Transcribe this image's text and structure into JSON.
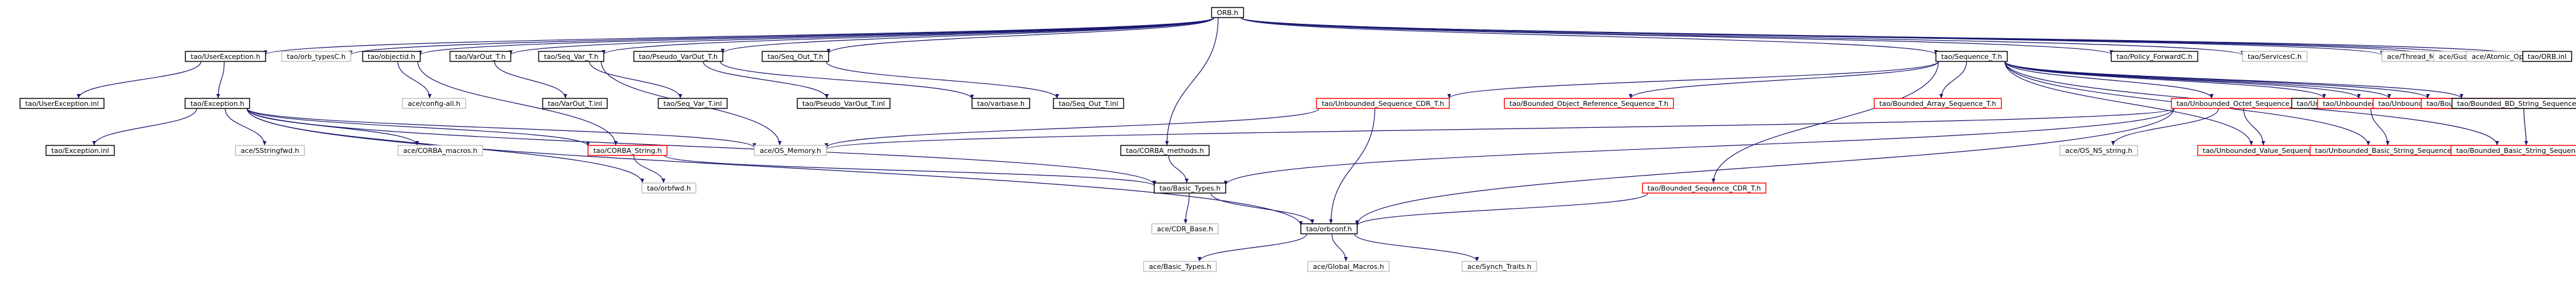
{
  "title": "ORB.h",
  "colors": {
    "edge": "#191970",
    "node_documented": "#000000",
    "node_undocumented": "#ff0000",
    "node_external": "#bfbfbf",
    "node_focus_fill": "#bfbfbf"
  },
  "nodes": [
    {
      "id": "orb_h",
      "label": "ORB.h",
      "style": "focus"
    },
    {
      "id": "user_exc_h",
      "label": "tao/UserException.h",
      "style": "black"
    },
    {
      "id": "orb_types_c",
      "label": "tao/orb_typesC.h",
      "style": "gray"
    },
    {
      "id": "objectid_h",
      "label": "tao/objectid.h",
      "style": "black"
    },
    {
      "id": "varout_t_h",
      "label": "tao/VarOut_T.h",
      "style": "black"
    },
    {
      "id": "seq_var_t_h",
      "label": "tao/Seq_Var_T.h",
      "style": "black"
    },
    {
      "id": "pseudo_varout_t_h",
      "label": "tao/Pseudo_VarOut_T.h",
      "style": "black"
    },
    {
      "id": "seq_out_t_h",
      "label": "tao/Seq_Out_T.h",
      "style": "black"
    },
    {
      "id": "sequence_t_h",
      "label": "tao/Sequence_T.h",
      "style": "black"
    },
    {
      "id": "policy_fwd_c",
      "label": "tao/Policy_ForwardC.h",
      "style": "black"
    },
    {
      "id": "services_c",
      "label": "tao/ServicesC.h",
      "style": "gray"
    },
    {
      "id": "thread_mutex_h",
      "label": "ace/Thread_Mutex.h",
      "style": "gray"
    },
    {
      "id": "guard_t_h",
      "label": "ace/Guard_T.h",
      "style": "gray"
    },
    {
      "id": "atomic_op_h",
      "label": "ace/Atomic_Op.h",
      "style": "gray"
    },
    {
      "id": "orb_inl",
      "label": "tao/ORB.inl",
      "style": "black"
    },
    {
      "id": "user_exc_inl",
      "label": "tao/UserException.inl",
      "style": "black"
    },
    {
      "id": "exception_h",
      "label": "tao/Exception.h",
      "style": "black"
    },
    {
      "id": "config_all_h",
      "label": "ace/config-all.h",
      "style": "gray"
    },
    {
      "id": "varout_t_inl",
      "label": "tao/VarOut_T.inl",
      "style": "black"
    },
    {
      "id": "seq_var_t_inl",
      "label": "tao/Seq_Var_T.inl",
      "style": "black"
    },
    {
      "id": "pseudo_varout_t_inl",
      "label": "tao/Pseudo_VarOut_T.inl",
      "style": "black"
    },
    {
      "id": "varbase_h",
      "label": "tao/varbase.h",
      "style": "black"
    },
    {
      "id": "seq_out_t_inl",
      "label": "tao/Seq_Out_T.inl",
      "style": "black"
    },
    {
      "id": "unb_seq_cdr_t_h",
      "label": "tao/Unbounded_Sequence_CDR_T.h",
      "style": "red"
    },
    {
      "id": "bnd_obj_ref_seq_t_h",
      "label": "tao/Bounded_Object_Reference_Sequence_T.h",
      "style": "red"
    },
    {
      "id": "bnd_array_seq_t_h",
      "label": "tao/Bounded_Array_Sequence_T.h",
      "style": "red"
    },
    {
      "id": "unb_octet_seq_t_h",
      "label": "tao/Unbounded_Octet_Sequence_T.h",
      "style": "red"
    },
    {
      "id": "unb_bd_string_seq_t_h",
      "label": "tao/Unbounded_BD_String_Sequence_T.h",
      "style": "black"
    },
    {
      "id": "unb_obj_ref_seq_t_h",
      "label": "tao/Unbounded_Object_Reference_Sequence_T.h",
      "style": "red"
    },
    {
      "id": "unb_array_seq_t_h",
      "label": "tao/Unbounded_Array_Sequence_T.h",
      "style": "red"
    },
    {
      "id": "bnd_value_seq_t_h",
      "label": "tao/Bounded_Value_Sequence_T.h",
      "style": "red"
    },
    {
      "id": "bnd_bd_string_seq_t_h",
      "label": "tao/Bounded_BD_String_Sequence_T.h",
      "style": "black"
    },
    {
      "id": "exception_inl",
      "label": "tao/Exception.inl",
      "style": "black"
    },
    {
      "id": "sstring_fwd_h",
      "label": "ace/SStringfwd.h",
      "style": "gray"
    },
    {
      "id": "corba_macros_h",
      "label": "ace/CORBA_macros.h",
      "style": "gray"
    },
    {
      "id": "corba_string_h",
      "label": "tao/CORBA_String.h",
      "style": "red"
    },
    {
      "id": "os_memory_h",
      "label": "ace/OS_Memory.h",
      "style": "gray"
    },
    {
      "id": "corba_methods_h",
      "label": "tao/CORBA_methods.h",
      "style": "black"
    },
    {
      "id": "os_ns_string_h",
      "label": "ace/OS_NS_string.h",
      "style": "gray"
    },
    {
      "id": "unb_value_seq_t_h",
      "label": "tao/Unbounded_Value_Sequence_T.h",
      "style": "red"
    },
    {
      "id": "unb_basic_string_seq_t_h",
      "label": "tao/Unbounded_Basic_String_Sequence_T.h",
      "style": "red"
    },
    {
      "id": "bnd_basic_string_seq_t_h",
      "label": "tao/Bounded_Basic_String_Sequence_T.h",
      "style": "red"
    },
    {
      "id": "orbfwd_h",
      "label": "tao/orbfwd.h",
      "style": "gray"
    },
    {
      "id": "basic_types_h",
      "label": "tao/Basic_Types.h",
      "style": "black"
    },
    {
      "id": "bnd_seq_cdr_t_h",
      "label": "tao/Bounded_Sequence_CDR_T.h",
      "style": "red"
    },
    {
      "id": "cdr_base_h",
      "label": "ace/CDR_Base.h",
      "style": "gray"
    },
    {
      "id": "orbconf_h",
      "label": "tao/orbconf.h",
      "style": "black"
    },
    {
      "id": "ace_basic_types_h",
      "label": "ace/Basic_Types.h",
      "style": "gray"
    },
    {
      "id": "global_macros_h",
      "label": "ace/Global_Macros.h",
      "style": "gray"
    },
    {
      "id": "synch_traits_h",
      "label": "ace/Synch_Traits.h",
      "style": "gray"
    }
  ],
  "edges": [
    [
      "orb_h",
      "user_exc_h"
    ],
    [
      "orb_h",
      "orb_types_c"
    ],
    [
      "orb_h",
      "objectid_h"
    ],
    [
      "orb_h",
      "varout_t_h"
    ],
    [
      "orb_h",
      "seq_var_t_h"
    ],
    [
      "orb_h",
      "pseudo_varout_t_h"
    ],
    [
      "orb_h",
      "seq_out_t_h"
    ],
    [
      "orb_h",
      "sequence_t_h"
    ],
    [
      "orb_h",
      "policy_fwd_c"
    ],
    [
      "orb_h",
      "services_c"
    ],
    [
      "orb_h",
      "thread_mutex_h"
    ],
    [
      "orb_h",
      "guard_t_h"
    ],
    [
      "orb_h",
      "atomic_op_h"
    ],
    [
      "orb_h",
      "orb_inl"
    ],
    [
      "orb_h",
      "corba_methods_h"
    ],
    [
      "user_exc_h",
      "user_exc_inl"
    ],
    [
      "user_exc_h",
      "exception_h"
    ],
    [
      "objectid_h",
      "config_all_h"
    ],
    [
      "objectid_h",
      "corba_string_h"
    ],
    [
      "varout_t_h",
      "varout_t_inl"
    ],
    [
      "seq_var_t_h",
      "seq_var_t_inl"
    ],
    [
      "seq_var_t_h",
      "os_memory_h"
    ],
    [
      "pseudo_varout_t_h",
      "pseudo_varout_t_inl"
    ],
    [
      "pseudo_varout_t_h",
      "varbase_h"
    ],
    [
      "seq_out_t_h",
      "seq_out_t_inl"
    ],
    [
      "sequence_t_h",
      "unb_seq_cdr_t_h"
    ],
    [
      "sequence_t_h",
      "bnd_obj_ref_seq_t_h"
    ],
    [
      "sequence_t_h",
      "bnd_array_seq_t_h"
    ],
    [
      "sequence_t_h",
      "unb_octet_seq_t_h"
    ],
    [
      "sequence_t_h",
      "unb_bd_string_seq_t_h"
    ],
    [
      "sequence_t_h",
      "unb_obj_ref_seq_t_h"
    ],
    [
      "sequence_t_h",
      "unb_array_seq_t_h"
    ],
    [
      "sequence_t_h",
      "bnd_value_seq_t_h"
    ],
    [
      "sequence_t_h",
      "bnd_bd_string_seq_t_h"
    ],
    [
      "sequence_t_h",
      "unb_value_seq_t_h"
    ],
    [
      "sequence_t_h",
      "unb_basic_string_seq_t_h"
    ],
    [
      "sequence_t_h",
      "bnd_basic_string_seq_t_h"
    ],
    [
      "sequence_t_h",
      "bnd_seq_cdr_t_h"
    ],
    [
      "exception_h",
      "exception_inl"
    ],
    [
      "exception_h",
      "sstring_fwd_h"
    ],
    [
      "exception_h",
      "corba_macros_h"
    ],
    [
      "exception_h",
      "corba_string_h"
    ],
    [
      "exception_h",
      "os_memory_h"
    ],
    [
      "exception_h",
      "orbfwd_h"
    ],
    [
      "exception_h",
      "basic_types_h"
    ],
    [
      "exception_h",
      "orbconf_h"
    ],
    [
      "unb_seq_cdr_t_h",
      "os_memory_h"
    ],
    [
      "unb_seq_cdr_t_h",
      "orbconf_h"
    ],
    [
      "unb_octet_seq_t_h",
      "os_memory_h"
    ],
    [
      "unb_octet_seq_t_h",
      "os_ns_string_h"
    ],
    [
      "unb_octet_seq_t_h",
      "unb_value_seq_t_h"
    ],
    [
      "unb_octet_seq_t_h",
      "basic_types_h"
    ],
    [
      "unb_octet_seq_t_h",
      "orbconf_h"
    ],
    [
      "unb_bd_string_seq_t_h",
      "unb_basic_string_seq_t_h"
    ],
    [
      "bnd_bd_string_seq_t_h",
      "bnd_basic_string_seq_t_h"
    ],
    [
      "corba_string_h",
      "orbfwd_h"
    ],
    [
      "corba_string_h",
      "basic_types_h"
    ],
    [
      "corba_methods_h",
      "basic_types_h"
    ],
    [
      "basic_types_h",
      "cdr_base_h"
    ],
    [
      "basic_types_h",
      "orbconf_h"
    ],
    [
      "bnd_seq_cdr_t_h",
      "orbconf_h"
    ],
    [
      "orbconf_h",
      "ace_basic_types_h"
    ],
    [
      "orbconf_h",
      "global_macros_h"
    ],
    [
      "orbconf_h",
      "synch_traits_h"
    ]
  ]
}
